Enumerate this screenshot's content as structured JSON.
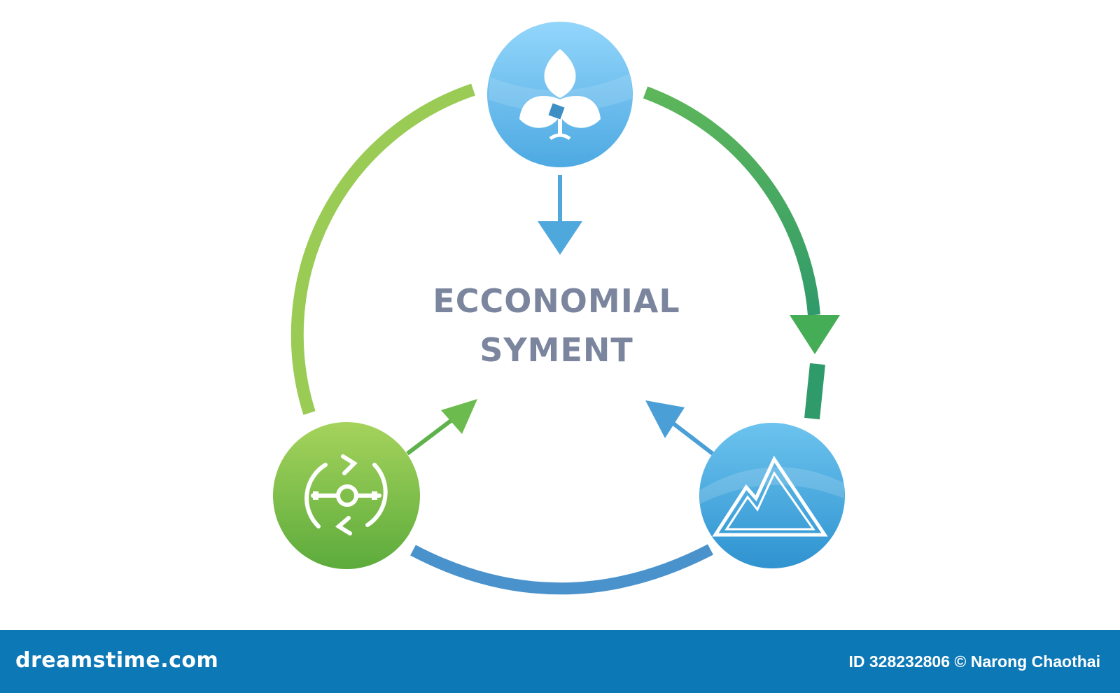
{
  "diagram": {
    "title_line1": "ECCONOMIAL",
    "title_line2": "SYMENT",
    "nodes": [
      {
        "name": "top-node",
        "icon": "leaf-icon",
        "color": "#5bb8ea"
      },
      {
        "name": "bottom-left-node",
        "icon": "cycle-arrows-icon",
        "color": "#7cc04e"
      },
      {
        "name": "bottom-right-node",
        "icon": "mountain-icon",
        "color": "#4aa8de"
      }
    ],
    "colors": {
      "green_light": "#9acb55",
      "green": "#4cae56",
      "teal": "#33a07a",
      "blue": "#4a92cc",
      "text": "#7b869e"
    }
  },
  "footer": {
    "brand": "dreamstime.com",
    "credit": "ID 328232806 © Narong Chaothai",
    "background": "#0d78b6"
  }
}
